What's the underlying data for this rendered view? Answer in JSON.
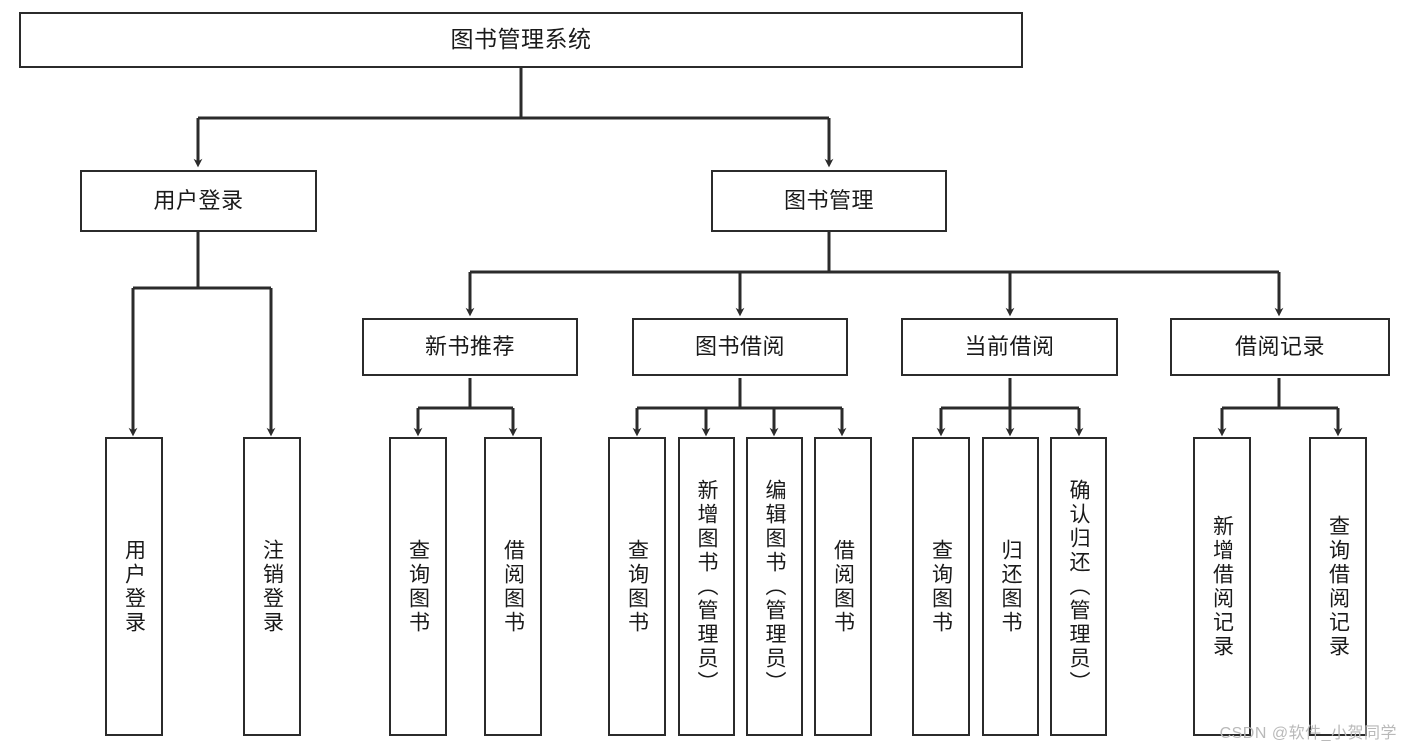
{
  "diagram": {
    "title": "图书管理系统",
    "type": "tree-hierarchy",
    "orientation": "top-down",
    "colors": {
      "border": "#2b2b2b",
      "fill": "#ffffff",
      "text": "#1a1a1a",
      "connector": "#2b2b2b",
      "watermark": "#b9b9b9"
    },
    "nodes": {
      "root": {
        "label": "图书管理系统"
      },
      "level1": [
        {
          "label": "用户登录"
        },
        {
          "label": "图书管理"
        }
      ],
      "level2": [
        {
          "label": "新书推荐"
        },
        {
          "label": "图书借阅"
        },
        {
          "label": "当前借阅"
        },
        {
          "label": "借阅记录"
        }
      ],
      "leaves": {
        "user_login": [
          {
            "label": "用户登录"
          },
          {
            "label": "注销登录"
          }
        ],
        "new_book": [
          {
            "label": "查询图书"
          },
          {
            "label": "借阅图书"
          }
        ],
        "book_borrow": [
          {
            "label": "查询图书"
          },
          {
            "label": "新增图书（管理员）"
          },
          {
            "label": "编辑图书（管理员）"
          },
          {
            "label": "借阅图书"
          }
        ],
        "current_borrow": [
          {
            "label": "查询图书"
          },
          {
            "label": "归还图书"
          },
          {
            "label": "确认归还（管理员）"
          }
        ],
        "borrow_record": [
          {
            "label": "新增借阅记录"
          },
          {
            "label": "查询借阅记录"
          }
        ]
      }
    },
    "watermark": "CSDN @软件_小贺同学"
  }
}
